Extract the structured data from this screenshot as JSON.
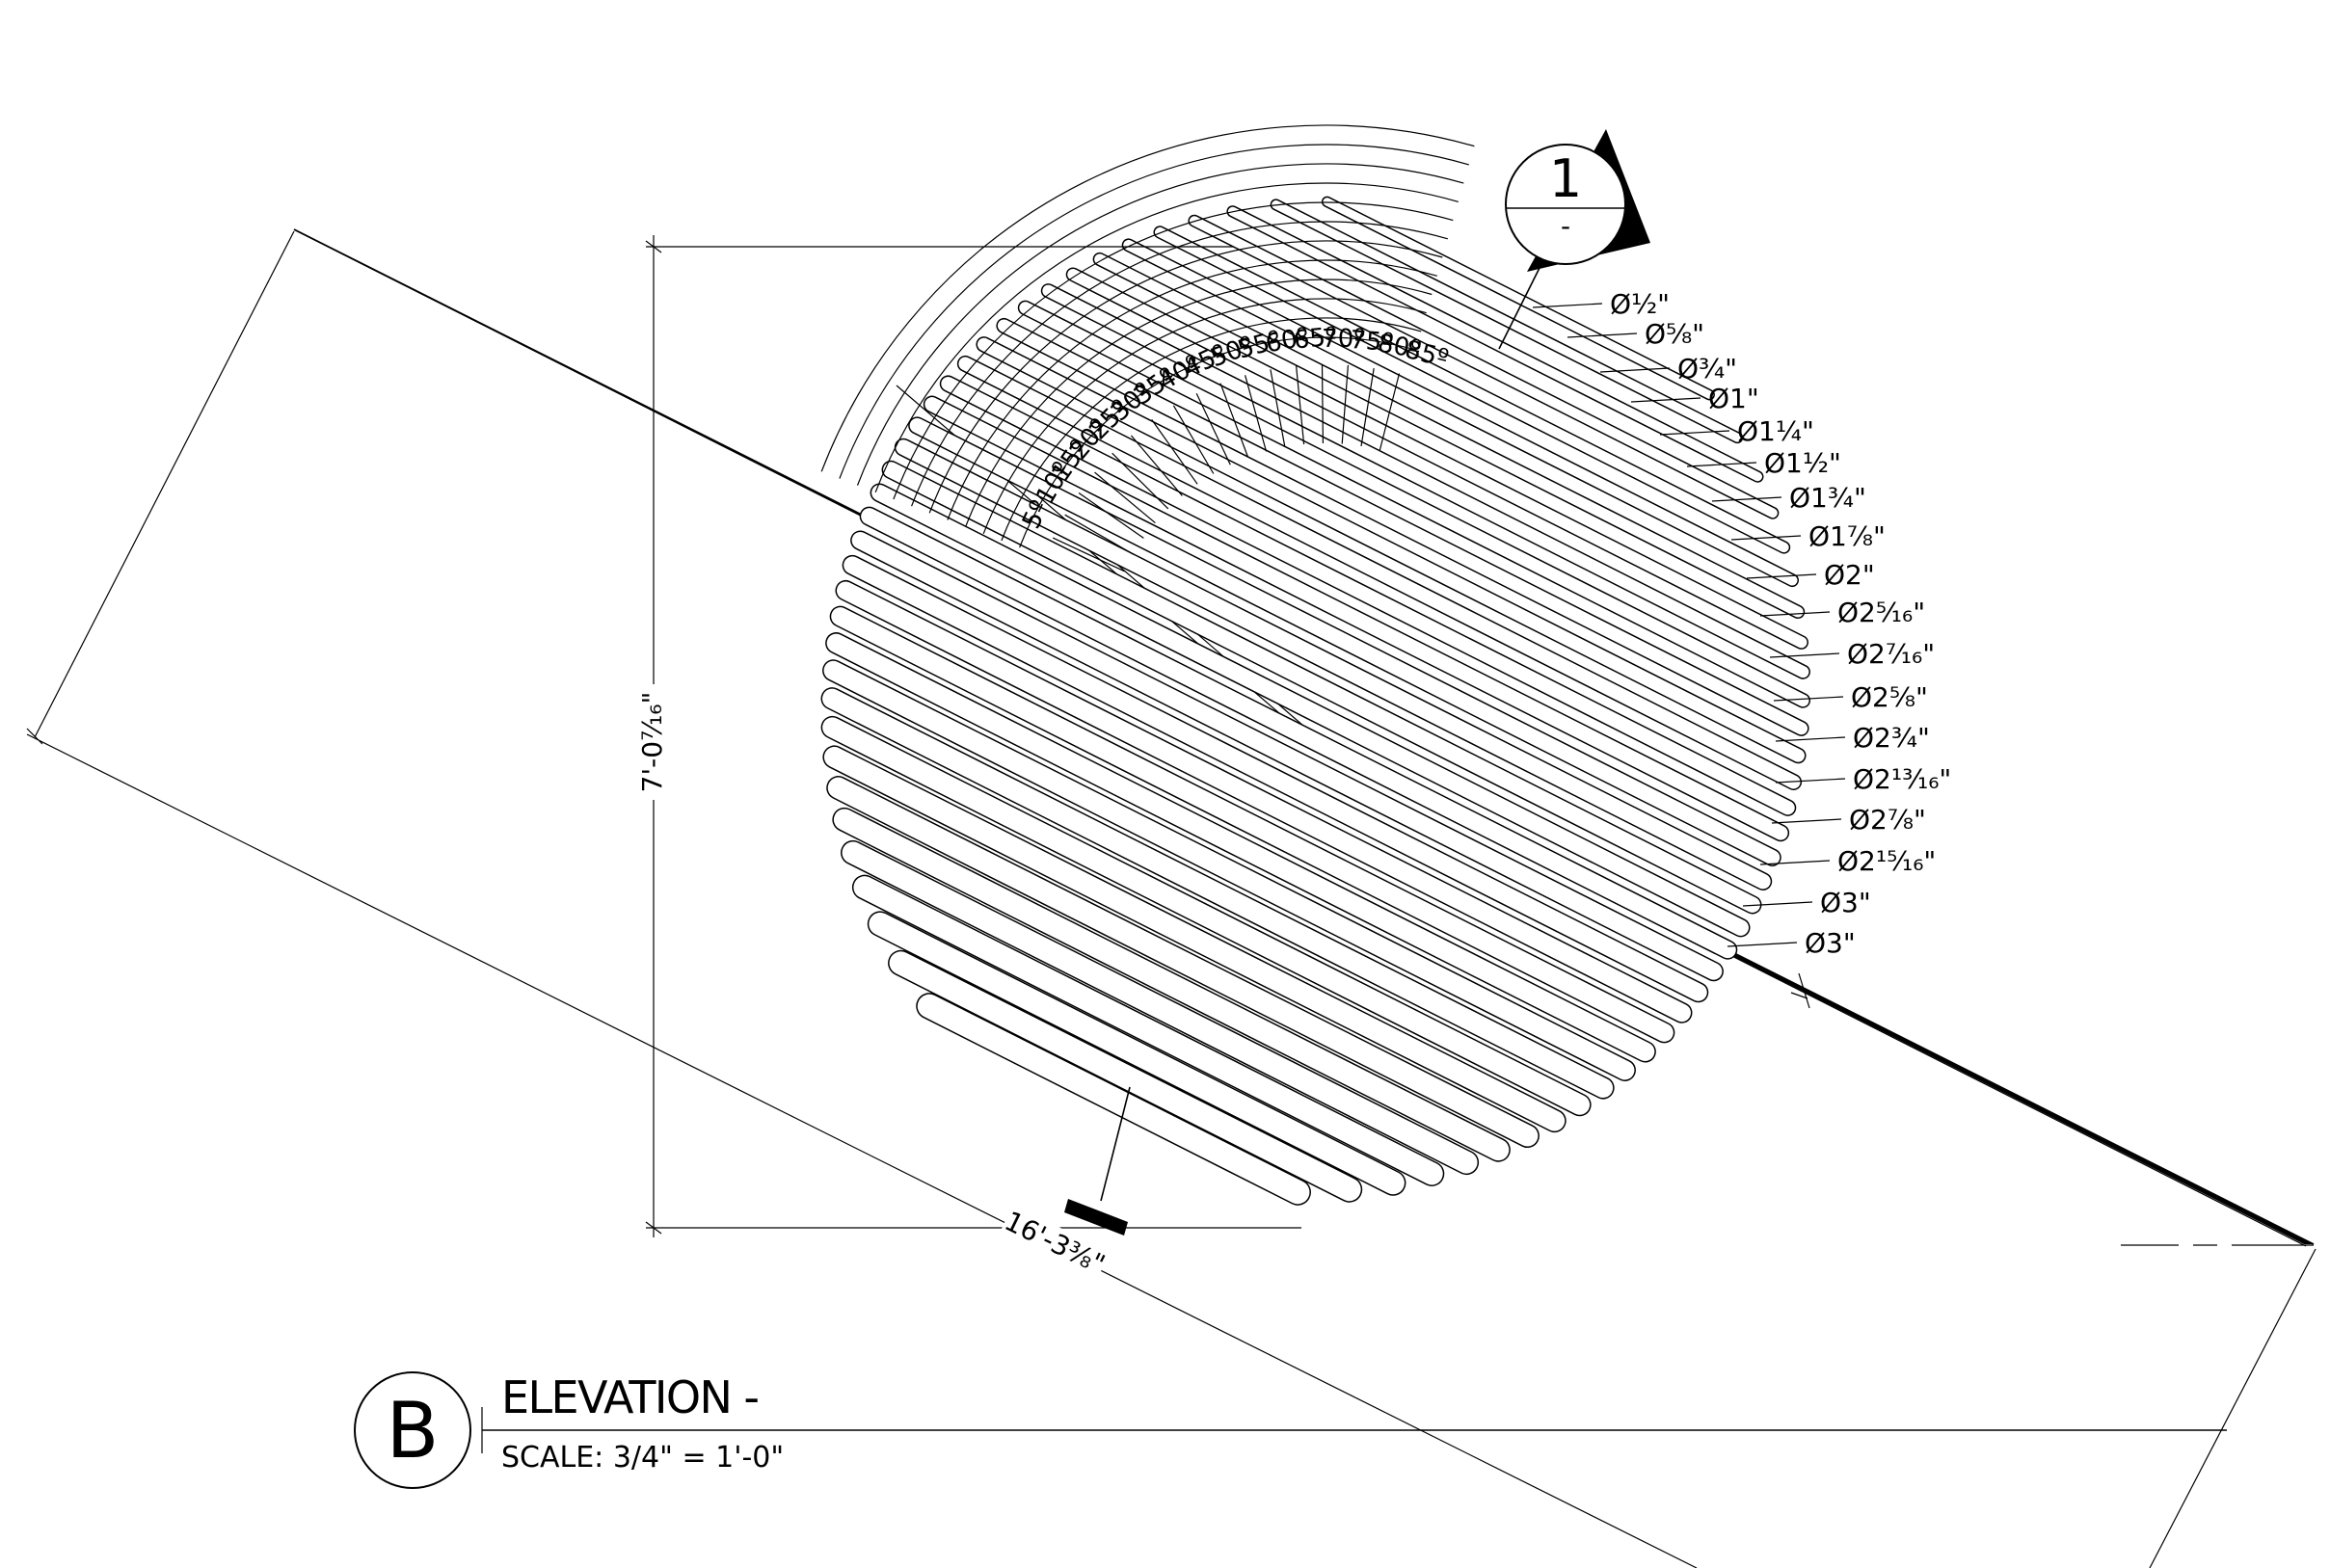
{
  "title_block": {
    "marker": "B",
    "title": "ELEVATION -",
    "scale": "SCALE: 3/4\" = 1'-0\""
  },
  "section_marker": {
    "number": "1",
    "sheet": "-"
  },
  "dimensions": {
    "height": "7'-0⁷⁄₁₆\"",
    "width": "16'-3³⁄₈\""
  },
  "angle_labels": [
    "5º",
    "10º",
    "15º",
    "20º",
    "25º",
    "30º",
    "35º",
    "40º",
    "45º",
    "50º",
    "55º",
    "60º",
    "65º",
    "70º",
    "75º",
    "80º",
    "85º"
  ],
  "diameter_labels": [
    "Ø¹⁄₂\"",
    "Ø⁵⁄₈\"",
    "Ø³⁄₄\"",
    "Ø1\"",
    "Ø1¹⁄₄\"",
    "Ø1¹⁄₂\"",
    "Ø1³⁄₄\"",
    "Ø1⁷⁄₈\"",
    "Ø2\"",
    "Ø2⁵⁄₁₆\"",
    "Ø2⁷⁄₁₆\"",
    "Ø2⁵⁄₈\"",
    "Ø2³⁄₄\"",
    "Ø2¹³⁄₁₆\"",
    "Ø2⁷⁄₈\"",
    "Ø2¹⁵⁄₁₆\"",
    "Ø3\"",
    "Ø3\""
  ]
}
